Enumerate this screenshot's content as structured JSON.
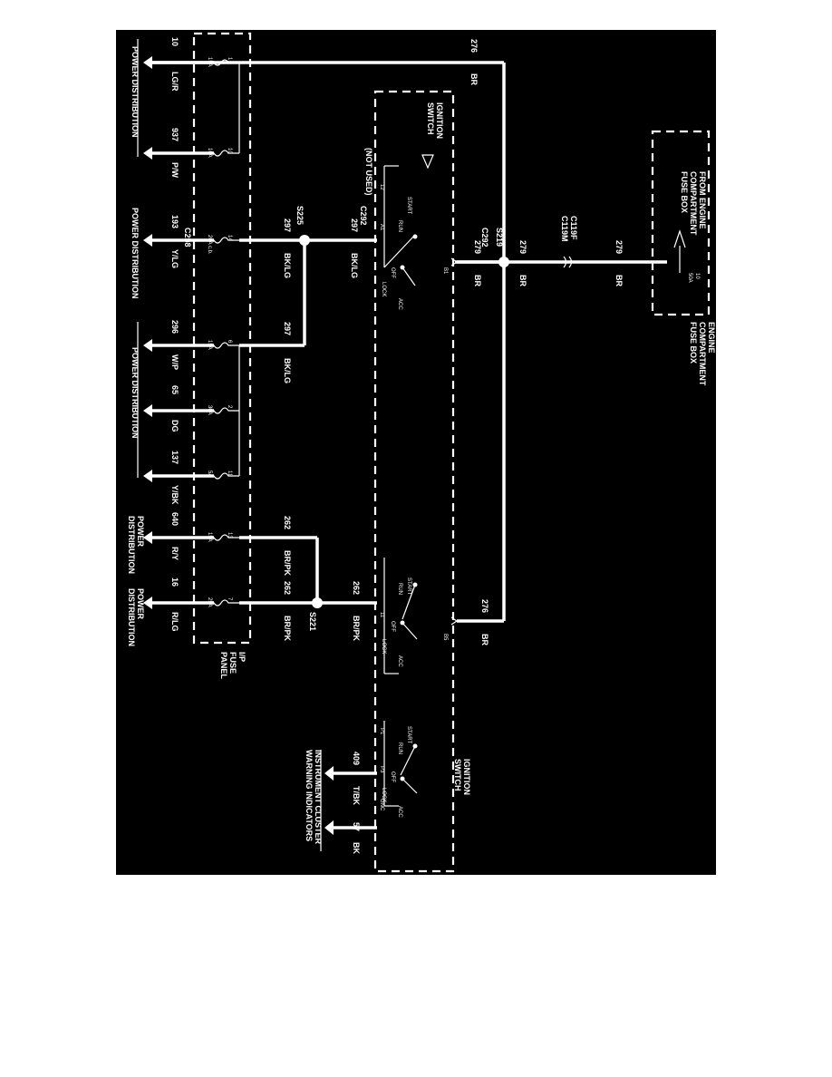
{
  "engine_fuse_box": {
    "title_top": [
      "FROM ENGINE",
      "COMPARTMENT",
      "FUSE BOX"
    ],
    "title_bottom": [
      "ENGINE",
      "COMPARTMENT",
      "FUSE BOX"
    ],
    "fuse_number": "10",
    "fuse_rating": "50A"
  },
  "connectors": {
    "c119": [
      "C119F",
      "C119M"
    ],
    "c292_top": "C292",
    "c292_left": "C292",
    "c298": "C298"
  },
  "splices": {
    "s219": "S219",
    "s225": "S225",
    "s221": "S221"
  },
  "ignition_switch": {
    "title": [
      "IGNITION",
      "SWITCH"
    ],
    "positions": [
      "START",
      "RUN",
      "OFF",
      "LOCK",
      "ACC"
    ],
    "not_used": "(NOT USED)",
    "terminals": {
      "t12": "12",
      "a1": "A1",
      "b1": "B1",
      "b5": "B5",
      "t11": "11",
      "p1": "P1",
      "p3": "P3",
      "gnc": "GNC"
    }
  },
  "wires": {
    "w276_top": {
      "circuit": "276",
      "color": "BR"
    },
    "w279_engine": {
      "circuit": "279",
      "color": "BR"
    },
    "w279_mid": {
      "circuit": "279",
      "color": "BR"
    },
    "w279_c292": {
      "circuit": "279",
      "color": "BR"
    },
    "w276_right": {
      "circuit": "276",
      "color": "BR"
    },
    "w297_a": {
      "circuit": "297",
      "color": "BK/LG"
    },
    "w297_b": {
      "circuit": "297",
      "color": "BK/LG"
    },
    "w297_c": {
      "circuit": "297",
      "color": "BK/LG"
    },
    "w262_a": {
      "circuit": "262",
      "color": "BR/PK"
    },
    "w262_b": {
      "circuit": "262",
      "color": "BR/PK"
    },
    "w262_c": {
      "circuit": "262",
      "color": "BR/PK"
    },
    "w409": {
      "circuit": "409",
      "color": "T/BK"
    },
    "w57": {
      "circuit": "57",
      "color": "BK"
    }
  },
  "fuse_panel": {
    "title": [
      "I/P",
      "FUSE",
      "PANEL"
    ],
    "fuses": [
      {
        "number": "1",
        "rating": "15A",
        "circuit": "10",
        "color": "LG/R"
      },
      {
        "number": "10",
        "rating": "10A",
        "circuit": "937",
        "color": "P/W"
      },
      {
        "number": "14",
        "rating": "20A c.b.",
        "circuit": "193",
        "color": "Y/LG"
      },
      {
        "number": "6",
        "rating": "15A",
        "circuit": "296",
        "color": "W/P"
      },
      {
        "number": "2",
        "rating": "30A",
        "circuit": "65",
        "color": "DG"
      },
      {
        "number": "11",
        "rating": "5A",
        "circuit": "137",
        "color": "Y/BK"
      },
      {
        "number": "13",
        "rating": "15A",
        "circuit": "640",
        "color": "R/Y"
      },
      {
        "number": "7",
        "rating": "25A",
        "circuit": "16",
        "color": "R/LG"
      }
    ]
  },
  "destinations": {
    "power_distribution": "POWER DISTRIBUTION",
    "power_distribution_split": [
      "POWER",
      "DISTRIBUTION"
    ],
    "instrument_cluster": [
      "INSTRUMENT CLUSTER",
      "WARNING INDICATORS"
    ]
  },
  "colors": {
    "background": "#000000",
    "foreground": "#ffffff",
    "page": "#ffffff"
  }
}
